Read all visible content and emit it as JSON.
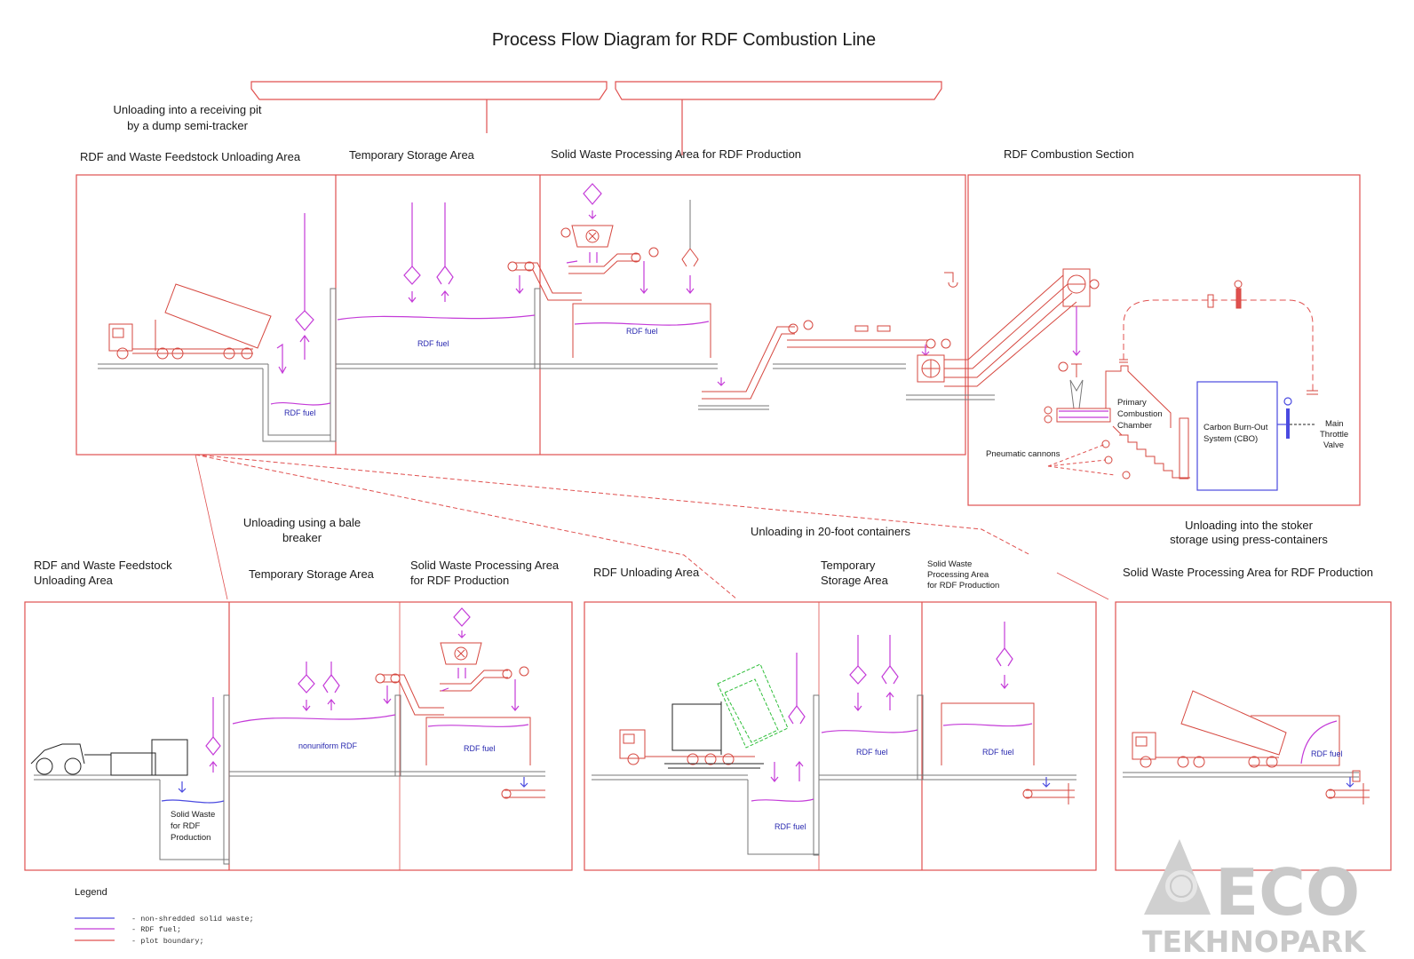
{
  "title": "Process Flow Diagram for RDF Combustion Line",
  "top_row": {
    "note": [
      "Unloading into a receiving pit",
      "by a dump semi-tracker"
    ],
    "sections": [
      "RDF and Waste Feedstock Unloading Area",
      "Temporary Storage Area",
      "Solid Waste Processing Area for RDF Production",
      "RDF Combustion Section"
    ],
    "fuel_labels": [
      "RDF fuel",
      "RDF fuel",
      "RDF fuel"
    ]
  },
  "combustion": {
    "primary_chamber": [
      "Primary",
      "Combustion",
      "Chamber"
    ],
    "cbo": [
      "Carbon Burn-Out",
      "System (CBO)"
    ],
    "throttle": [
      "Main",
      "Throttle",
      "Valve"
    ],
    "cannons": "Pneumatic cannons"
  },
  "bottom_left": {
    "note": [
      "Unloading using a bale",
      "breaker"
    ],
    "sections": [
      [
        "RDF and Waste Feedstock",
        "Unloading Area"
      ],
      [
        "Temporary Storage Area"
      ],
      [
        "Solid Waste Processing Area",
        "for RDF Production"
      ]
    ],
    "pit_label": [
      "Solid Waste",
      "for RDF",
      "Production"
    ],
    "storage_label": "nonuniform RDF",
    "fuel_label": "RDF fuel"
  },
  "bottom_mid": {
    "note": "Unloading in 20-foot containers",
    "sections": [
      [
        "RDF Unloading Area"
      ],
      [
        "Temporary",
        "Storage Area"
      ],
      [
        "Solid Waste",
        "Processing Area",
        "for RDF Production"
      ]
    ],
    "fuel_labels": [
      "RDF fuel",
      "RDF fuel",
      "RDF fuel"
    ]
  },
  "bottom_right": {
    "note": [
      "Unloading into the stoker",
      "storage using press-containers"
    ],
    "section": "Solid Waste Processing Area for RDF Production",
    "fuel_label": "RDF fuel"
  },
  "legend": {
    "title": "Legend",
    "items": [
      {
        "label": "- non-shredded solid waste;",
        "color": "#4a4ae0"
      },
      {
        "label": "- RDF fuel;",
        "color": "#c43bd8"
      },
      {
        "label": "- plot boundary;",
        "color": "#e0504f"
      }
    ]
  },
  "watermark": {
    "big": "ECO",
    "small": "TEKHNOPARK"
  }
}
